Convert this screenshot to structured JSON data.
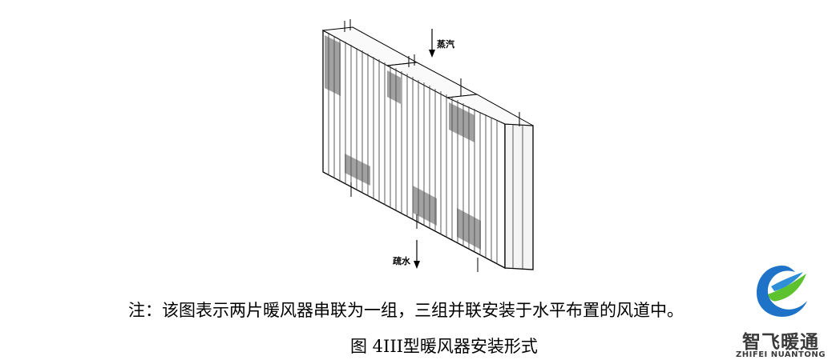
{
  "labels": {
    "steam_in": "蒸汽",
    "water_out": "疏水"
  },
  "note": "注：该图表示两片暖风器串联为一组，三组并联安装于水平布置的风道中。",
  "caption": "图 4III型暖风器安装形式",
  "logo": {
    "name_cn": "智飞暖通",
    "name_en": "ZHIFEI NUANTONG",
    "colors": {
      "blue": "#1e73c8",
      "green": "#5cc22e",
      "text": "#3a3a3a"
    }
  }
}
